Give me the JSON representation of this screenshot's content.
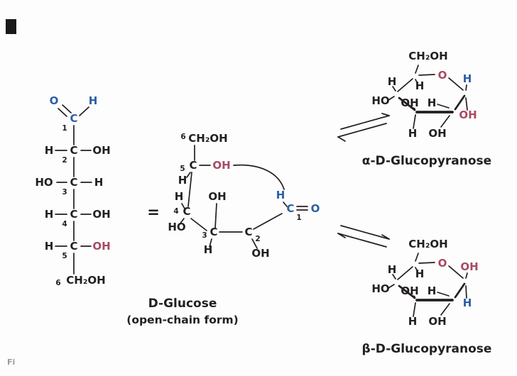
{
  "palette": {
    "blue": "#2b5fa5",
    "red": "#a84a62",
    "ink": "#231f20"
  },
  "fischer": {
    "o": "O",
    "h": "H",
    "c1": "C",
    "n1": "1",
    "h2": "H",
    "c2": "C",
    "oh2": "OH",
    "n2": "2",
    "ho3": "HO",
    "c3": "C",
    "h3": "H",
    "n3": "3",
    "h4": "H",
    "c4": "C",
    "oh4": "OH",
    "n4": "4",
    "h5": "H",
    "c5": "C",
    "oh5": "OH",
    "n5": "5",
    "n6": "6",
    "c6": "CH₂OH",
    "title": "D-Glucose",
    "subtitle": "(open-chain form)"
  },
  "equals": "=",
  "chain": {
    "n6": "6",
    "c6": "CH₂OH",
    "n5": "5",
    "c5": "C",
    "h5": "H",
    "oh5": "OH",
    "h4": "H",
    "n4": "4",
    "c4": "C",
    "ho4": "HO",
    "oh3": "OH",
    "n3": "3",
    "c3": "C",
    "h3": "H",
    "c2": "C",
    "n2": "2",
    "oh2": "OH",
    "h1": "H",
    "c1": "C",
    "n1": "1",
    "o1": "O"
  },
  "alpha": {
    "ch2oh": "CH₂OH",
    "ring_o": "O",
    "c4_h": "H",
    "c5_h": "H",
    "c1_h": "H",
    "c4_ho": "HO",
    "c3_oh": "OH",
    "c2_h": "H",
    "c1_oh": "OH",
    "c3_h": "H",
    "c2_oh": "OH",
    "name": "α-D-Glucopyranose"
  },
  "beta": {
    "ch2oh": "CH₂OH",
    "ring_o": "O",
    "c4_h": "H",
    "c5_h": "H",
    "c1_oh": "OH",
    "c4_ho": "HO",
    "c3_oh": "OH",
    "c2_h": "H",
    "c1_h": "H",
    "c3_h": "H",
    "c2_oh": "OH",
    "name": "β-D-Glucopyranose"
  },
  "caption_fragment": "Fi"
}
